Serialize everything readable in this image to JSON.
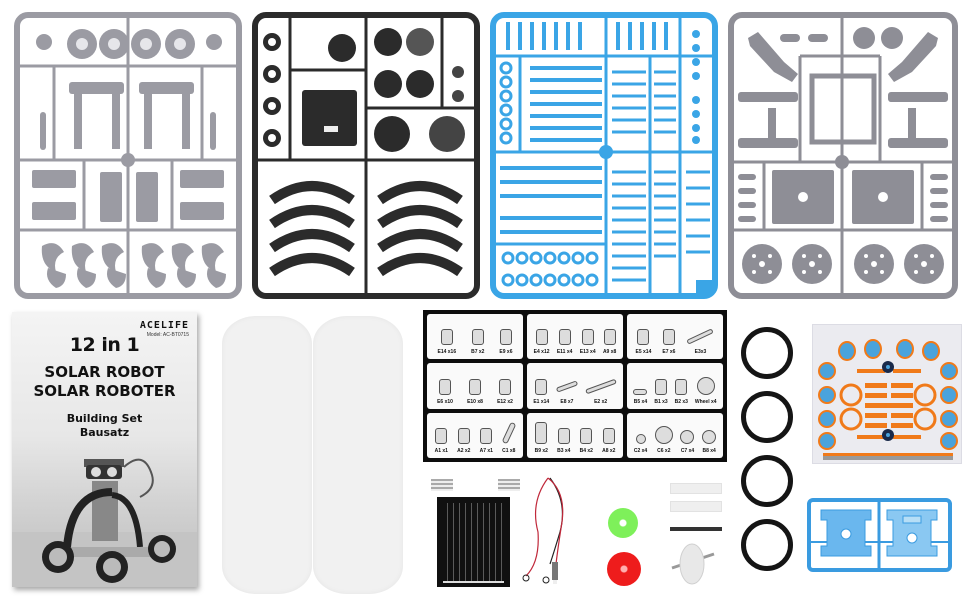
{
  "image": {
    "kind": "product-kit-contents",
    "background": "#ffffff"
  },
  "sprues": [
    {
      "id": "sprue-gray-left",
      "color": "#9b9ba3",
      "label": "gray parts sprue (wheels, legs, plates, crescents)"
    },
    {
      "id": "sprue-black",
      "color": "#2b2b2b",
      "label": "black parts sprue (gearbox, gears, curved tracks)"
    },
    {
      "id": "sprue-blue",
      "color": "#3aa5e6",
      "label": "blue parts sprue (rods, pins, connectors)"
    },
    {
      "id": "sprue-gray-right",
      "color": "#8e8e96",
      "label": "gray parts sprue (arms, frame, base plates, wheels)"
    }
  ],
  "manual": {
    "brand": "ACELIFE",
    "model": "Model: AC-BT0715",
    "title_line1": "12 in 1",
    "title_line2": "SOLAR ROBOT",
    "title_line3": "SOLAR ROBOTER",
    "subtitle_line1": "Building Set",
    "subtitle_line2": "Bausatz"
  },
  "parts_list": {
    "groups": [
      {
        "items": [
          {
            "label": "E14 x16"
          },
          {
            "label": "B7 x2"
          },
          {
            "label": "E9 x6"
          }
        ]
      },
      {
        "items": [
          {
            "label": "E4 x12"
          },
          {
            "label": "E11 x4"
          },
          {
            "label": "E13 x4"
          },
          {
            "label": "A9 x8"
          }
        ]
      },
      {
        "items": [
          {
            "label": "E5 x14"
          },
          {
            "label": "E7 x6"
          },
          {
            "label": "E3x3"
          }
        ]
      },
      {
        "items": [
          {
            "label": "E6 x10"
          },
          {
            "label": "E10 x8"
          },
          {
            "label": "E12 x2"
          }
        ]
      },
      {
        "items": [
          {
            "label": "E1 x14"
          },
          {
            "label": "E8 x7"
          },
          {
            "label": "E2 x2"
          }
        ]
      },
      {
        "items": [
          {
            "label": "B5 x4"
          },
          {
            "label": "B1 x3"
          },
          {
            "label": "B2 x3"
          },
          {
            "label": "Wheel x4"
          }
        ]
      },
      {
        "items": [
          {
            "label": "A1 x1"
          },
          {
            "label": "A2 x2"
          },
          {
            "label": "A7 x1"
          },
          {
            "label": "C1 x8"
          }
        ]
      },
      {
        "items": [
          {
            "label": "B9 x2"
          },
          {
            "label": "B3 x4"
          },
          {
            "label": "B4 x2"
          },
          {
            "label": "A8 x2"
          }
        ]
      },
      {
        "items": [
          {
            "label": "C2 x4"
          },
          {
            "label": "C6 x2"
          },
          {
            "label": "C7 x4"
          },
          {
            "label": "B8 x4"
          }
        ]
      }
    ]
  },
  "loose_parts": {
    "clear_panels_count": 2,
    "rubber_rings_count": 4,
    "solar_panel": "solar panel",
    "motor": "motor with red/black wires",
    "gears": [
      {
        "color": "#7ef05a"
      },
      {
        "color": "#ee1c1c"
      }
    ],
    "white_bars_count": 2,
    "metal_shaft": "metal shaft",
    "white_gear_axle": "white gear on axle"
  },
  "sticker_sheet": {
    "accent": "#f07a1a",
    "secondary": "#4aa3dc"
  },
  "blue_frame": {
    "color": "#3a9be0"
  }
}
